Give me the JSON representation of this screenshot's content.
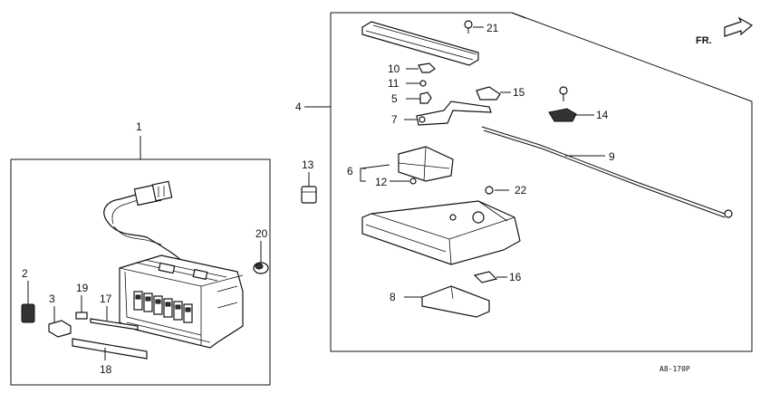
{
  "callouts": [
    {
      "id": "p1",
      "text": "1"
    },
    {
      "id": "p2",
      "text": "2"
    },
    {
      "id": "p3",
      "text": "3"
    },
    {
      "id": "p4",
      "text": "4"
    },
    {
      "id": "p5",
      "text": "5"
    },
    {
      "id": "p6",
      "text": "6"
    },
    {
      "id": "p7",
      "text": "7"
    },
    {
      "id": "p8",
      "text": "8"
    },
    {
      "id": "p9",
      "text": "9"
    },
    {
      "id": "p10",
      "text": "10"
    },
    {
      "id": "p11",
      "text": "11"
    },
    {
      "id": "p12",
      "text": "12"
    },
    {
      "id": "p13",
      "text": "13"
    },
    {
      "id": "p14",
      "text": "14"
    },
    {
      "id": "p15",
      "text": "15"
    },
    {
      "id": "p16",
      "text": "16"
    },
    {
      "id": "p17",
      "text": "17"
    },
    {
      "id": "p18",
      "text": "18"
    },
    {
      "id": "p19",
      "text": "19"
    },
    {
      "id": "p20",
      "text": "20"
    },
    {
      "id": "p21",
      "text": "21"
    },
    {
      "id": "p22",
      "text": "22"
    }
  ],
  "direction_label": "FR.",
  "reference_code": "A8-170P"
}
